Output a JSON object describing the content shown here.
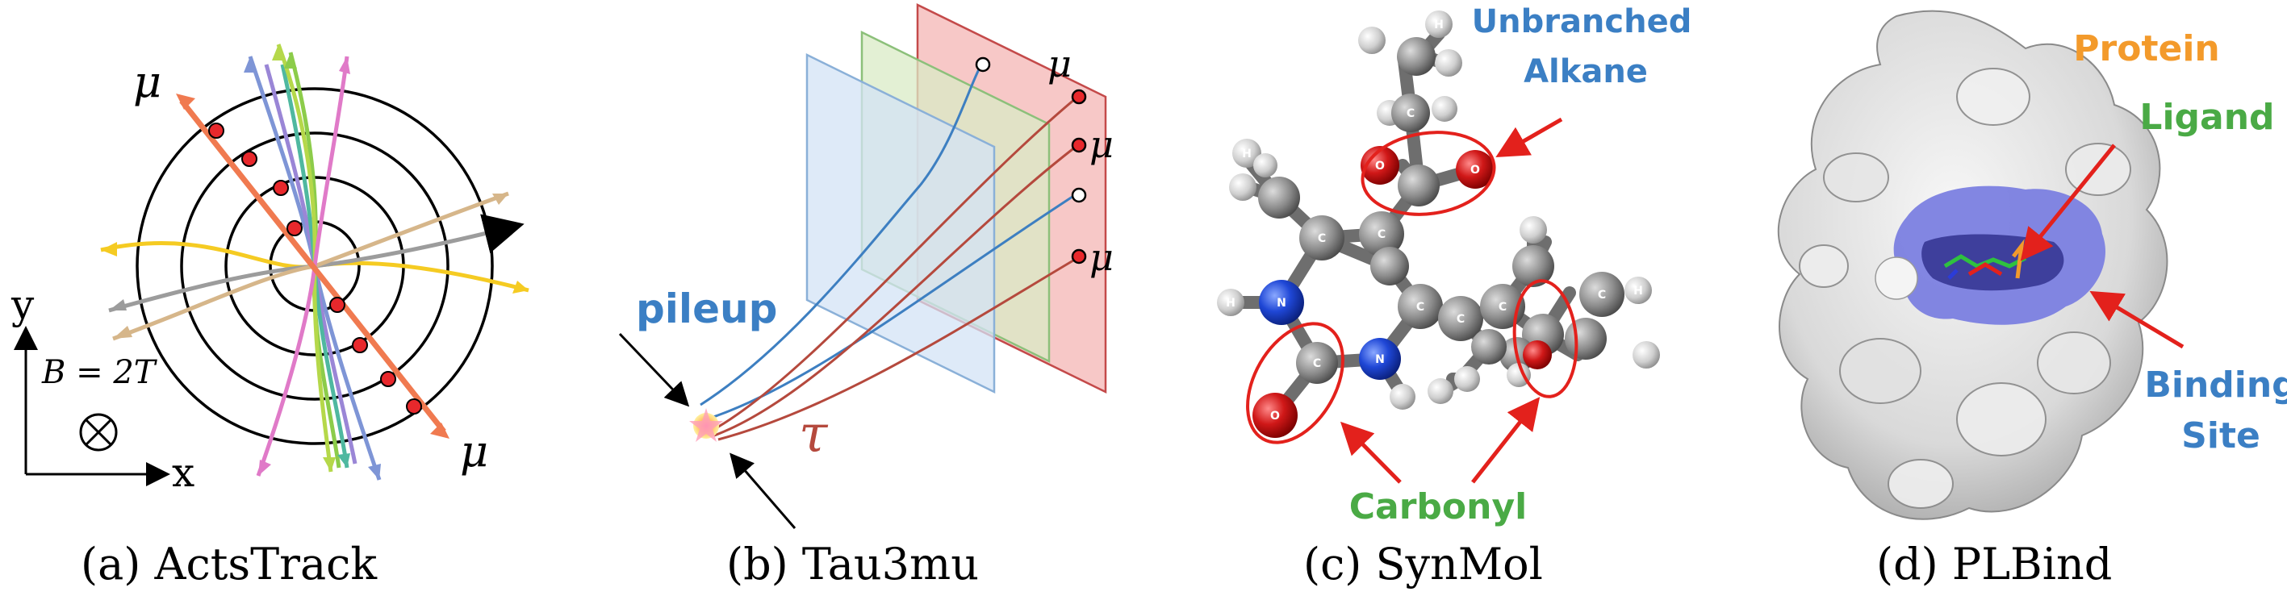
{
  "panels": [
    {
      "caption": "(a) ActsTrack",
      "axis_y": "y",
      "axis_x": "x",
      "field": "B = 2T",
      "muon_labels": [
        "μ",
        "μ"
      ]
    },
    {
      "caption": "(b) Tau3mu",
      "pileup_label": "pileup",
      "tau_label": "τ",
      "muon_labels": [
        "μ",
        "μ",
        "μ"
      ]
    },
    {
      "caption": "(c) SynMol",
      "unbranched_label_line1": "Unbranched",
      "unbranched_label_line2": "Alkane",
      "carbonyl_label": "Carbonyl",
      "atom_labels": {
        "hydrogen": "H",
        "carbon": "C",
        "oxygen": "O",
        "nitrogen": "N"
      }
    },
    {
      "caption": "(d) PLBind",
      "protein_label": "Protein",
      "ligand_label": "Ligand",
      "binding_label_line1": "Binding",
      "binding_label_line2": "Site"
    }
  ],
  "colors": {
    "blue_label": "#3b7fc4",
    "green_label": "#4aaa45",
    "orange_label": "#f39a2b",
    "red_arrow": "#e3211c",
    "track_orange": "#f07a50",
    "hit_red": "#e8282c",
    "tau_red": "#b5493d",
    "pileup_blue": "#3d7fc1",
    "binding_site": "#7b7fe0"
  }
}
